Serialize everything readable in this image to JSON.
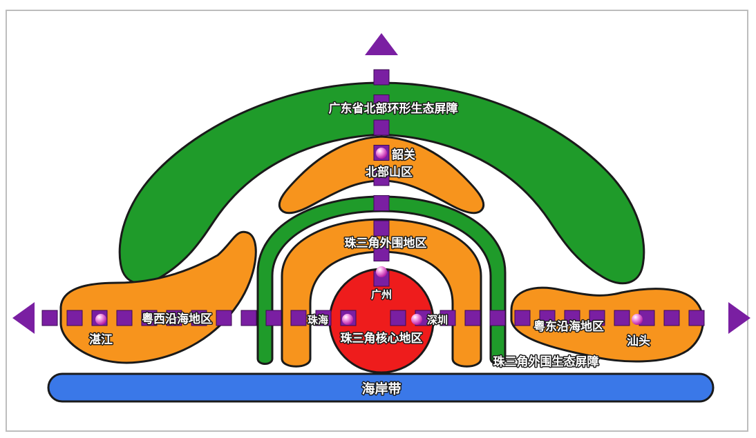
{
  "colors": {
    "green": "#1f9b2a",
    "orange": "#f7941d",
    "red": "#ee1c1c",
    "blue": "#3a78e8",
    "purple": "#7a1fa2",
    "outline": "#1a1a1a"
  },
  "labels": {
    "north_barrier": "广东省北部环形生态屏障",
    "shaoguan": "韶关",
    "north_mountain": "北部山区",
    "prd_outer": "珠三角外围地区",
    "guangzhou": "广州",
    "zhuhai": "珠海",
    "shenzhen": "深圳",
    "prd_core": "珠三角核心地区",
    "west_coast": "粤西沿海地区",
    "zhanjiang": "湛江",
    "east_coast": "粤东沿海地区",
    "shantou": "汕头",
    "prd_outer_barrier": "珠三角外围生态屏障",
    "coast_belt": "海岸带"
  },
  "icons": {
    "axis_arrow": "arrow-icon",
    "city_dot": "city-dot-icon"
  }
}
